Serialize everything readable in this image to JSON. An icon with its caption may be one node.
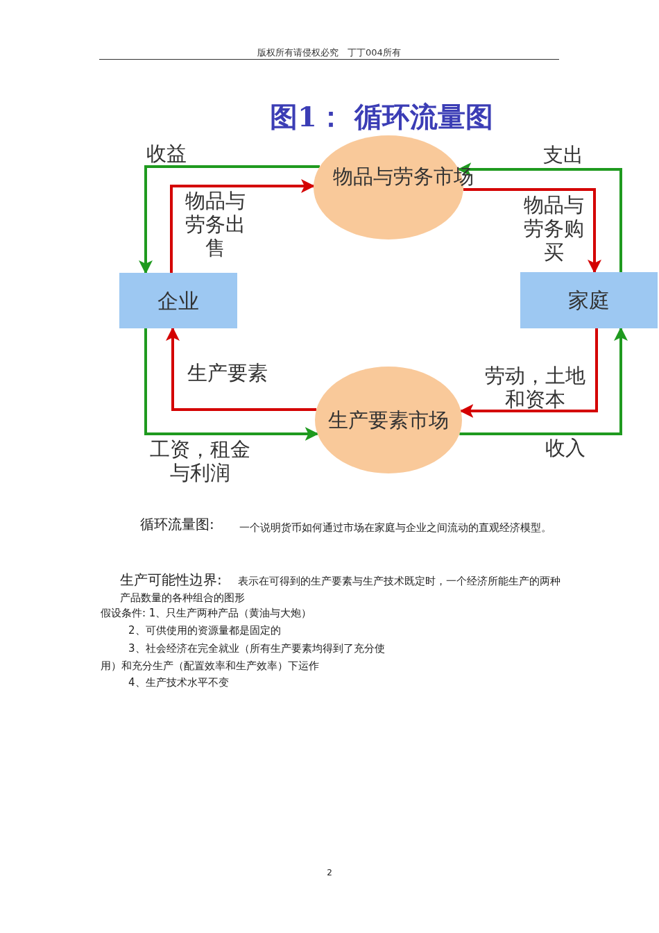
{
  "diagram": {
    "title": "图1： 循环流量图",
    "nodes": [
      {
        "text": [
          "企业"
        ]
      },
      {
        "text": [
          "物品与劳务市场"
        ]
      },
      {
        "text": [
          "家庭"
        ]
      },
      {
        "text": [
          "生产要素市场"
        ]
      }
    ],
    "edges": [
      {
        "from": 1,
        "to": 0,
        "arrow": "to",
        "label": "收益",
        "color": "#1f9a1f"
      },
      {
        "from": 0,
        "to": 1,
        "arrow": "to",
        "label": "物品与劳务出售",
        "color": "#d40000"
      },
      {
        "from": 2,
        "to": 1,
        "arrow": "to",
        "label": "支出",
        "color": "#1f9a1f"
      },
      {
        "from": 1,
        "to": 2,
        "arrow": "to",
        "label": "物品与劳务购买",
        "color": "#d40000"
      },
      {
        "from": 3,
        "to": 0,
        "arrow": "to",
        "label": "生产要素",
        "color": "#d40000"
      },
      {
        "from": 0,
        "to": 3,
        "arrow": "to",
        "label": "工资，租金与利润",
        "color": "#1f9a1f"
      },
      {
        "from": 2,
        "to": 3,
        "arrow": "to",
        "label": "劳动，土地和资本",
        "color": "#d40000"
      },
      {
        "from": 3,
        "to": 2,
        "arrow": "to",
        "label": "收入",
        "color": "#1f9a1f"
      }
    ],
    "labels": [
      "版权所有请侵权必究　丁丁004所有",
      "循环流量图:",
      "一个说明货币如何通过市场在家庭与企业之间流动的直观经济模型。",
      "生产可能性边界:",
      "表示在可得到的生产要素与生产技术既定时，一个经济所能生产的两种产品数量的各种组合的图形",
      "假设条件: 1、只生产两种产品（黄油与大炮）",
      "2、可供使用的资源量都是固定的",
      "3、社会经济在完全就业（所有生产要素均得到了充分使用）和充分生产（配置效率和生产效率）下运作",
      "4、生产技术水平不变",
      "2"
    ]
  }
}
